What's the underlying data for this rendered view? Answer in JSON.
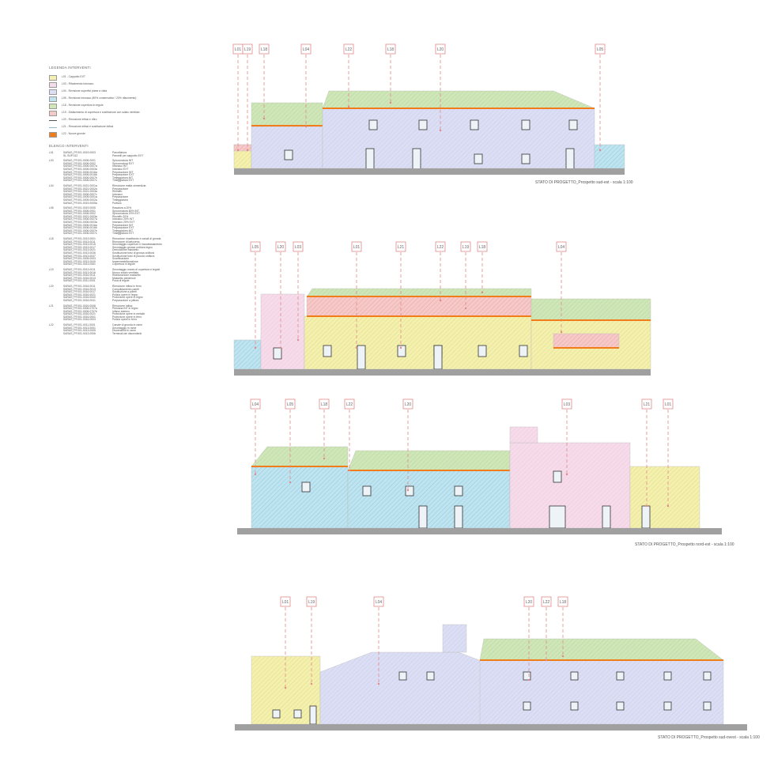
{
  "legend": {
    "title": "LEGENDA INTERVENTI",
    "items": [
      {
        "code": "L01",
        "label": "L01 - Cappotto EXT",
        "color": "#f3f0b0"
      },
      {
        "code": "L03",
        "label": "L03 - Rifacimento intonaco",
        "color": "#f6dcea"
      },
      {
        "code": "L04",
        "label": "L04 - Revisione superfici piane a vista",
        "color": "#dcdff4"
      },
      {
        "code": "L05",
        "label": "L05 - Revisione intonaco (80% conservativo / 20% rifacimento)",
        "color": "#bfe3ef"
      },
      {
        "code": "L18",
        "label": "L18 - Revisione copertura in tegole",
        "color": "#cfe6b8"
      },
      {
        "code": "L19",
        "label": "L19 - Disfacimento di copertura e sostituzione con solaio ventilato",
        "color": "#f6c9c9"
      },
      {
        "code": "L20",
        "label": "L20 - Rimozione infissi e ritiro",
        "line": "#555555"
      },
      {
        "code": "L21",
        "label": "L21 - Rimozione infissi e sostituzione infissi",
        "line": "#8fb7d6"
      },
      {
        "code": "L22",
        "label": "L22 - Nuove gronde",
        "color": "#f07d1a"
      }
    ]
  },
  "elenco": {
    "title": "ELENCO INTERVENTI",
    "groups": [
      {
        "code": "L01",
        "ids": [
          "SARAS_PF.001.0019.0003",
          "SL.SUP.012"
        ],
        "desc": [
          "Parcellatura",
          "Pannelli per cappotto EXT"
        ]
      },
      {
        "code": "L03",
        "ids": [
          "SARAS_PF.001.0006.0001",
          "SARAS_PF.001.0006.0002",
          "SARAS_PF.001.0006.0007a",
          "SARAS_PF.001.0006.0003a",
          "SARAS_PF.001.0006.0016a",
          "SARAS_PF.001.0006.0016b",
          "SARAS_PF.001.0006.0007b",
          "SARAS_PF.001.0006.0007c"
        ],
        "desc": [
          "Spicconatura INT",
          "Spicconatura EXT",
          "Intonaco INT",
          "Intonaco EXT",
          "Preparazione INT",
          "Preparazione EXT",
          "Tinteggiatura INT",
          "Tinteggiatura EXT"
        ]
      },
      {
        "code": "L04",
        "ids": [
          "SARAS_PF.001.0021.0001a",
          "SARAS_PF.001.0021.0002a",
          "SARAS_PF.001.0021.0003a",
          "SARAS_PF.001.0006.0007c",
          "SARAS_PF.001.0005.0001a",
          "SARAS_PF.001.0005.0002a",
          "SARAS_PF.001.0019.0005a"
        ],
        "desc": [
          "Rimozione malta cementizia",
          "Preparazione",
          "Rinzaffo",
          "Intonaco",
          "Preparazione",
          "Tinteggiatura",
          "Pulitura"
        ]
      },
      {
        "code": "L05",
        "ids": [
          "SARAS_PF.001.0019.0005",
          "SARAS_PF.001.0006.0001",
          "SARAS_PF.001.0006.0002",
          "SARAS_PF.001.0021.0003a",
          "SARAS_PF.001.0006.0007a",
          "SARAS_PF.001.0006.0003a",
          "SARAS_PF.001.0006.0016a",
          "SARAS_PF.001.0006.0016b",
          "SARAS_PF.001.0006.0007b",
          "SARAS_PF.001.0006.0007c"
        ],
        "desc": [
          "Rasatura a 20%",
          "Spicconatura 80% INT",
          "Spicconatura 20% EXT",
          "Rinzaffo 20%",
          "Intonaco 20% INT",
          "Intonaco 20% EXT",
          "Preparazione INT",
          "Preparazione EXT",
          "Tinteggiatura INT",
          "Tinteggiatura EXT"
        ]
      },
      {
        "code": "L18",
        "ids": [
          "SARAS_PF.001.0013.0001",
          "SARAS_PF.001.0013.0011",
          "SARAS_PF.001.0013.0015",
          "SARAS_PF.001.0013.0017",
          "SARAS_PF.001.0013.0021",
          "SARAS_PF.001.0013.0036",
          "SARAS_PF.001.0013.0037",
          "SARAS_PF.001.0005.0003",
          "SARAS_PF.001.0013.0040",
          "SARAS_PF.001.0013.0061"
        ],
        "desc": [
          "Rimozione rinzaffando e canali di gronda",
          "Rimozione di lattoneria",
          "Smontaggio coperture e riaccatastamento",
          "Smontaggio grossa orditura legno",
          "Demolizione massetto",
          "Sostituzione travi di grossa orditura",
          "Sostituzione travi di piccola orditura",
          "Scarificazione",
          "Impermeabilizzazione",
          "Copertura in tegole"
        ]
      },
      {
        "code": "L19",
        "ids": [
          "SARAS_PF.001.0013.0011",
          "SARAS_PF.001.0013.0016",
          "SARAS_PF.001.0016.0011",
          "SARAS_PF.001.0016.0013",
          "SARAS_PF.001.0011.0001"
        ],
        "desc": [
          "Smontaggio manto di copertura e tegole",
          "Nuovo solaio ventilato",
          "Realizzazione massetto",
          "Massetto pendenze",
          "Posa di tegole"
        ]
      },
      {
        "code": "L20",
        "ids": [
          "SARAS_PF.001.0016.0011",
          "SARAS_PF.001.0016.0013",
          "SARAS_PF.001.0016.0017",
          "SARAS_PF.001.0016.0021",
          "SARAS_PF.001.0016.0040",
          "SARAS_PF.001.0016.0041"
        ],
        "desc": [
          "Rimozione infissi in ferro",
          "Consolidamento pareti",
          "Sostituzione a pareti",
          "Pulizia opere in legno",
          "Protezione opere in legno",
          "Preparazione a pittura"
        ]
      },
      {
        "code": "L21",
        "ids": [
          "SARAS_PF.001.0016.0008",
          "SARAS_PF.001.0006.0707a",
          "SARAS_PF.001.0006.0707b",
          "SARAS_PF.001.0016.0021",
          "SARAS_PF.001.0016.0001",
          "SARAS_PF.001.0016.0003"
        ],
        "desc": [
          "Rimozione infissi",
          "Persiana INT in legno",
          "Infisso esterno",
          "Protezione opere in metallo",
          "Protezione opere in ferro",
          "Pulizia opere in ferro"
        ]
      },
      {
        "code": "L22",
        "ids": [
          "SARAS_PF.001.0011.0001",
          "SARAS_PF.001.0013.0001",
          "SARAS_PF.001.0013.0005",
          "SARAS_PF.001.0013.0006"
        ],
        "desc": [
          "Canale di gronda in rame",
          "Smontaggio in rame",
          "Discendenti in rame",
          "Terminali dei discendenti"
        ]
      }
    ]
  },
  "elevations": [
    {
      "tags": [
        "L01",
        "L19",
        "L18",
        "L04",
        "L22",
        "L18",
        "L20",
        "L05"
      ],
      "caption": "STATO DI PROGETTO_Prospetto sud-est - scala 1:100"
    },
    {
      "tags": [
        "L05",
        "L20",
        "L03",
        "L01",
        "L21",
        "L22",
        "L19",
        "L18",
        "L04"
      ],
      "caption": ""
    },
    {
      "tags": [
        "L04",
        "L05",
        "L18",
        "L22",
        "L20",
        "L03",
        "L21",
        "L01"
      ],
      "caption": "STATO DI PROGETTO_Prospetto nord-est - scala 1:100"
    },
    {
      "tags": [
        "L01",
        "L19",
        "L04",
        "L20",
        "L22",
        "L18"
      ],
      "caption": "STATO DI PROGETTO_Prospetto sud-ovest - scala 1:100"
    }
  ],
  "colors": {
    "tag": "#e08a8a",
    "ground": "#a0a0a0",
    "gutter": "#f07d1a"
  }
}
